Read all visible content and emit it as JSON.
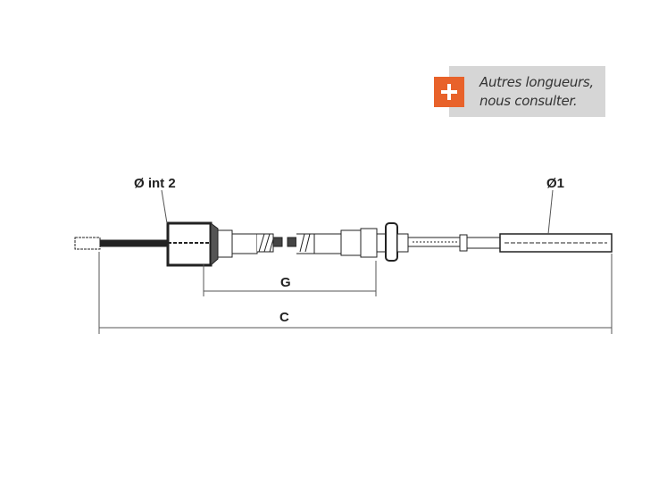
{
  "note": {
    "icon": "plus-icon",
    "line1": "Autres longueurs,",
    "line2": "nous consulter.",
    "accent": "#e8622a"
  },
  "diagram": {
    "label_inner_diameter": "Ø int 2",
    "label_outer_diameter": "Ø1",
    "dimension_g": "G",
    "dimension_c": "C"
  }
}
